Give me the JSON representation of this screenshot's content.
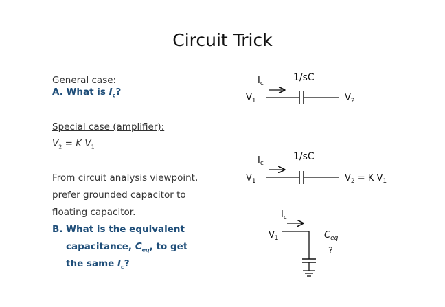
{
  "title": "Circuit Trick",
  "left": {
    "general_case": "General case:",
    "question_a": {
      "prefix": "A. What is ",
      "var": "I",
      "sub": "c",
      "suffix": "?"
    },
    "special_case": "Special case (amplifier):",
    "equation": {
      "lhs": "V",
      "lhs_sub": "2",
      "eq": " = K ",
      "rhs": "V",
      "rhs_sub": "1"
    },
    "analysis_lines": [
      "From circuit analysis viewpoint,",
      "prefer grounded capacitor to",
      "floating capacitor."
    ],
    "question_b": {
      "line1": "B. What is the equivalent",
      "line2_prefix": "capacitance, ",
      "line2_var": "C",
      "line2_sub": "eq",
      "line2_suffix": ", to get",
      "line3_prefix": "the same ",
      "line3_var": "I",
      "line3_sub": "c",
      "line3_suffix": "?"
    }
  },
  "circuit1": {
    "current": "I",
    "current_sub": "c",
    "impedance": "1/sC",
    "input": "V",
    "input_sub": "1",
    "output": "V",
    "output_sub": "2"
  },
  "circuit2": {
    "current": "I",
    "current_sub": "c",
    "impedance": "1/sC",
    "input": "V",
    "input_sub": "1",
    "output_prefix": "V",
    "output_prefix_sub": "2",
    "output_suffix": " = K V",
    "output_suffix_sub": "1"
  },
  "circuit3": {
    "current": "I",
    "current_sub": "c",
    "input": "V",
    "input_sub": "1",
    "cap": "C",
    "cap_sub": "eq",
    "unknown": "?"
  },
  "colors": {
    "question": "#1f4e79",
    "text": "#333333",
    "wire": "#111111"
  }
}
